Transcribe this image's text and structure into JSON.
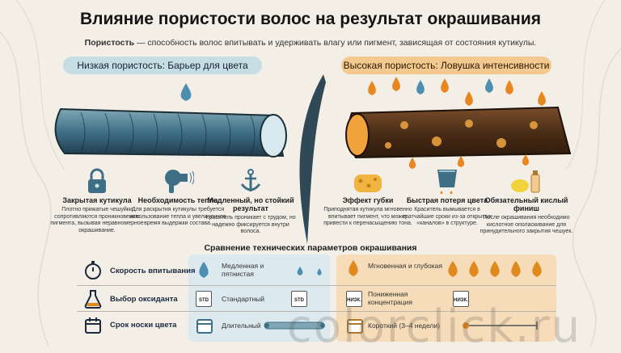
{
  "title": "Влияние пористости волос на результат окрашивания",
  "subtitle_bold": "Пористость",
  "subtitle_rest": " — способность волос впитывать и удерживать влагу или пигмент, зависящая от состояния кутикулы.",
  "low_header": "Низкая пористость: Барьер для цвета",
  "high_header": "Высокая пористость: Ловушка интенсивности",
  "low_features": [
    {
      "icon": "lock-icon",
      "title": "Закрытая кутикула",
      "desc": "Плотно прижатые чешуйки сопротивляются проникновению пигмента, вызывая неравномерное окрашивание."
    },
    {
      "icon": "hair-dryer-icon",
      "title": "Необходимость тепла",
      "desc": "Для раскрытия кутикулы требуется использование тепла и увеличенное время выдержки состава."
    },
    {
      "icon": "anchor-icon",
      "title": "Медленный, но стойкий результат",
      "desc": "Краситель проникает с трудом, но надежно фиксируется внутри волоса."
    }
  ],
  "high_features": [
    {
      "icon": "sponge-icon",
      "title": "Эффект губки",
      "desc": "Приподнятая кутикула мгновенно впитывает пигмент, что может привести к перенасыщению тона."
    },
    {
      "icon": "leaking-bucket-icon",
      "title": "Быстрая потеря цвета",
      "desc": "Краситель вымывается в кратчайшие сроки из-за открытых «каналов» в структуре."
    },
    {
      "icon": "lemon-bottle-icon",
      "title": "Обязательный кислый финиш",
      "desc": "После окрашивания необходимо кислотное ополаскивание для принудительного закрытия чешуек."
    }
  ],
  "comparison": {
    "title": "Сравнение технических параметров окрашивания",
    "rows": [
      {
        "icon": "stopwatch-icon",
        "label": "Скорость впитывания",
        "low": "Медленная и пятнистая",
        "high": "Мгновенная и глубокая"
      },
      {
        "icon": "flask-icon",
        "label": "Выбор оксиданта",
        "low": "Стандартный",
        "high": "Пониженная концентрация",
        "low_badge": "STD",
        "high_badge": "НИЗК."
      },
      {
        "icon": "calendar-icon",
        "label": "Срок носки цвета",
        "low": "Длительный",
        "high": "Короткий (3–4 недели)"
      }
    ]
  },
  "watermark": "colorclick.ru",
  "colors": {
    "low_accent": "#3f6f86",
    "high_accent": "#e08a1e",
    "background": "#f3efe6"
  }
}
